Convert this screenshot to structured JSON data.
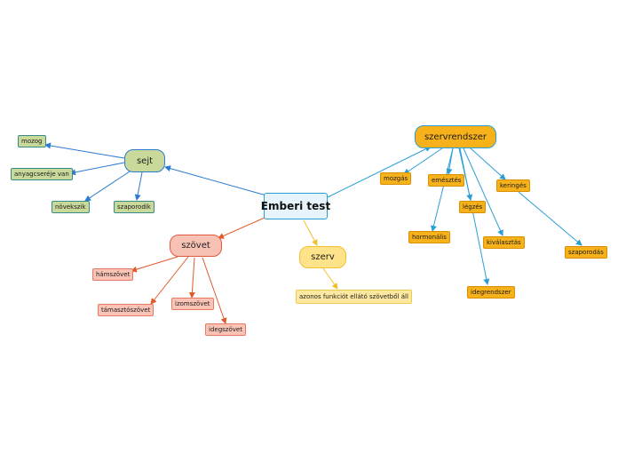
{
  "root": {
    "label": "Emberi test"
  },
  "topics": {
    "sejt": {
      "label": "sejt",
      "children": [
        "mozog",
        "anyagcseréje van",
        "növekszik",
        "szaporodik"
      ]
    },
    "szovet": {
      "label": "szövet",
      "children": [
        "hámszövet",
        "támasztószövet",
        "izomszövet",
        "idegszövet"
      ]
    },
    "szerv": {
      "label": "szerv",
      "children": [
        "azonos funkciót ellátó szövetből áll"
      ]
    },
    "szervrendszer": {
      "label": "szervrendszer",
      "children": [
        "mozgás",
        "emésztés",
        "légzés",
        "keringés",
        "hormonális",
        "kiválasztás",
        "idegrendszer",
        "szaporodás"
      ]
    }
  },
  "colors": {
    "sejt_link": "#2a7bd1",
    "szovet_link": "#e05a2a",
    "szerv_link": "#f2c02e",
    "szervrendszer_link": "#2a9fd6"
  }
}
